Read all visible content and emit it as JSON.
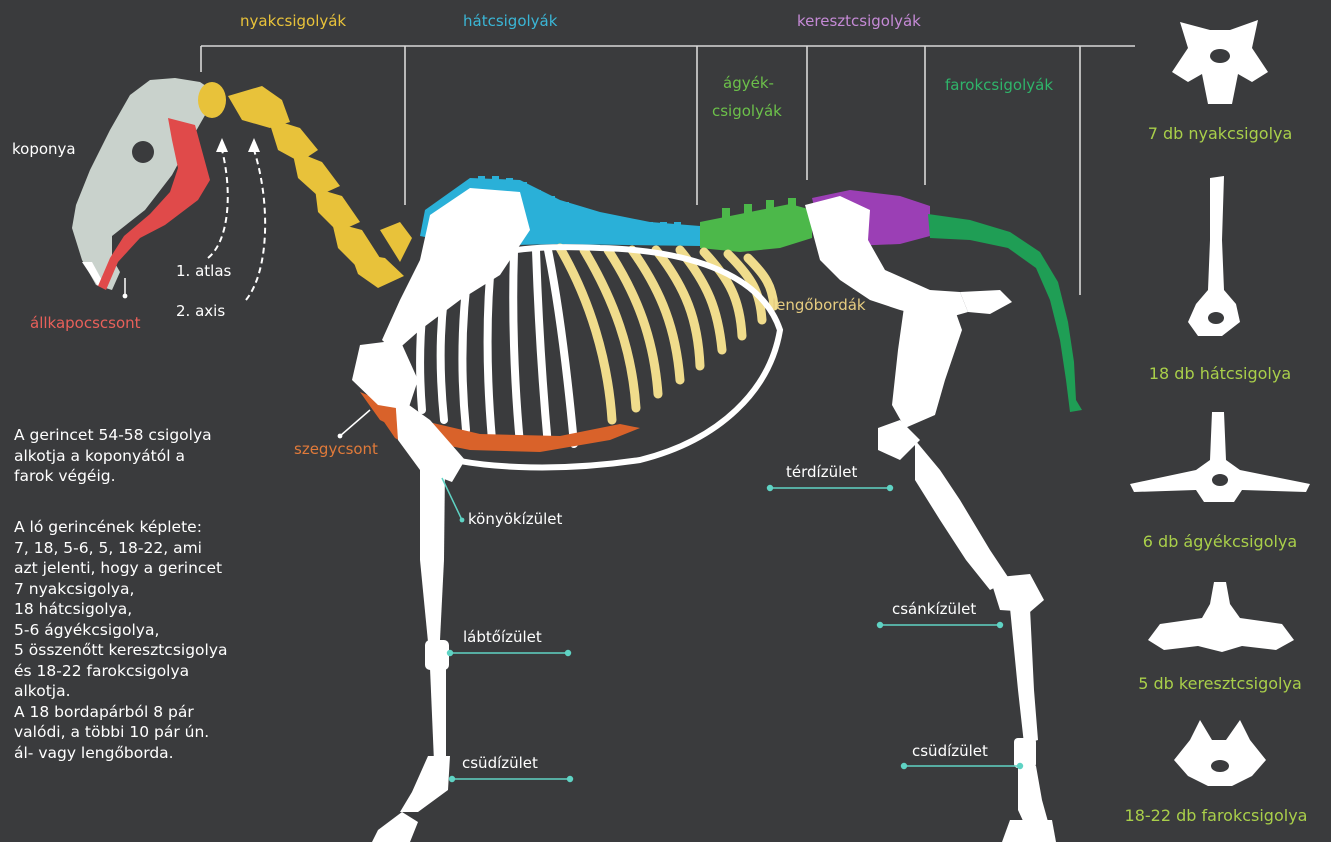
{
  "colors": {
    "background": "#3a3b3d",
    "neck": "#e8c23a",
    "back": "#2ab0d8",
    "lumbar": "#4cb84a",
    "sacral": "#9b3fb5",
    "tail": "#1f9e55",
    "skull": "#c9d2cc",
    "mandible": "#e04a4a",
    "sternum": "#d9622a",
    "ribs_floating": "#f0dc8c",
    "bone": "#ffffff",
    "caption": "#a9cf4a",
    "joint_line": "#5fd3c4"
  },
  "header": {
    "neck": "nyakcsigolyák",
    "back": "hátcsigolyák",
    "sacral": "keresztcsigolyák",
    "lumbar_1": "ágyék-",
    "lumbar_2": "csigolyák",
    "tail": "farokcsigolyák"
  },
  "labels": {
    "skull": "koponya",
    "mandible": "állkapocscsont",
    "atlas": "1. atlas",
    "axis": "2. axis",
    "floating_ribs": "lengőbordák",
    "sternum": "szegycsont"
  },
  "joints": {
    "elbow": "könyökízület",
    "knee": "térdízület",
    "carpus": "lábtőízület",
    "hock": "csánkízület",
    "fetlock_front": "csüdízület",
    "fetlock_rear": "csüdízület"
  },
  "info": {
    "p1": [
      "A gerincet 54-58 csigolya",
      "alkotja a koponyától a",
      "farok végéig."
    ],
    "p2": [
      "A ló gerincének képlete:",
      "7, 18, 5-6, 5, 18-22, ami",
      "azt jelenti, hogy a gerincet",
      "7 nyakcsigolya,",
      "18 hátcsigolya,",
      "5-6 ágyékcsigolya,",
      "5 összenőtt keresztcsigolya",
      "és 18-22 farokcsigolya",
      "alkotja.",
      "A 18 bordapárból 8 pár",
      "valódi, a többi 10 pár ún.",
      "ál- vagy lengőborda."
    ]
  },
  "vertebrae": [
    {
      "caption": "7 db nyakcsigolya",
      "icon": "cervical-vertebra-icon"
    },
    {
      "caption": "18 db hátcsigolya",
      "icon": "thoracic-vertebra-icon"
    },
    {
      "caption": "6 db ágyékcsigolya",
      "icon": "lumbar-vertebra-icon"
    },
    {
      "caption": "5 db keresztcsigolya",
      "icon": "sacral-vertebra-icon"
    },
    {
      "caption": "18-22 db farokcsigolya",
      "icon": "caudal-vertebra-icon"
    }
  ]
}
